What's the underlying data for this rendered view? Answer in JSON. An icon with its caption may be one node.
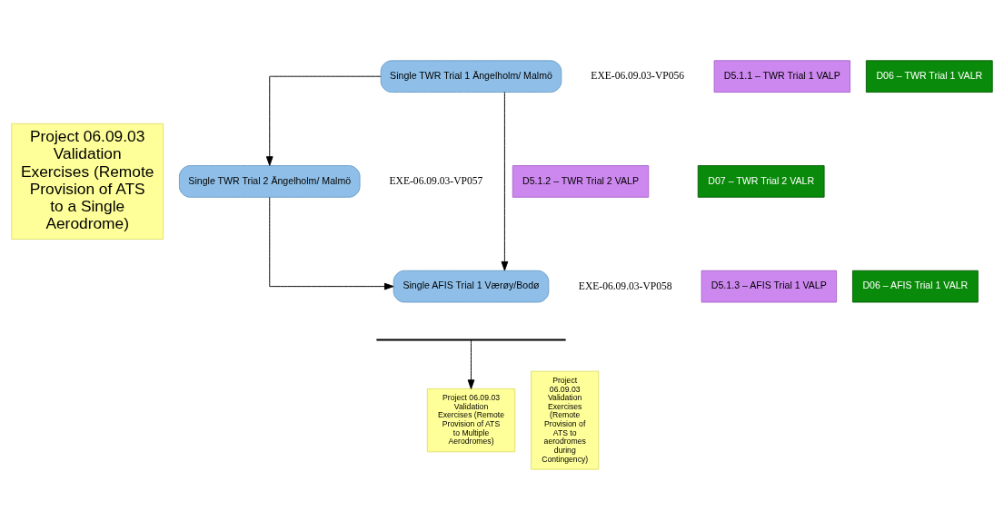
{
  "diagram": {
    "nodes": [
      {
        "text": [
          "Project 06.09.03 Validation Exercises (Remote Provision of ATS to a Single Aerodrome)"
        ]
      },
      {
        "text": [
          "Single TWR Trial 1 Ängelholm/ Malmö"
        ],
        "beside": [
          "EXE-06.09.03-VP056"
        ]
      },
      {
        "text": [
          "D5.1.1 – TWR Trial 1 VALP"
        ]
      },
      {
        "text": [
          "D06 – TWR Trial 1 VALR"
        ]
      },
      {
        "text": [
          "Single TWR Trial 2 Ängelholm/ Malmö"
        ],
        "beside": [
          "EXE-06.09.03-VP057"
        ]
      },
      {
        "text": [
          "D5.1.2 – TWR Trial 2 VALP"
        ]
      },
      {
        "text": [
          "D07 – TWR Trial 2 VALR"
        ]
      },
      {
        "text": [
          "Single AFIS Trial 1 Værøy/Bodø"
        ],
        "beside": [
          "EXE-06.09.03-VP058"
        ]
      },
      {
        "text": [
          "D5.1.3 – AFIS Trial 1 VALP"
        ]
      },
      {
        "text": [
          "D06 – AFIS Trial 1 VALR"
        ]
      },
      {
        "text": [],
        "shape": "brace"
      },
      {
        "text": [
          "Project 06.09.03 Validation Exercises (Remote Provision of ATS to Multiple Aerodromes)"
        ]
      },
      {
        "text": [
          "Project 06.09.03 Validation Exercises (Remote Provision of ATS to aerodromes during Contingency)"
        ]
      }
    ],
    "edges": [
      {
        "from": 1,
        "to": 4,
        "arrow": "to"
      },
      {
        "from": 1,
        "to": 7,
        "arrow": "to"
      },
      {
        "from": 4,
        "to": 7,
        "arrow": "to"
      },
      {
        "from": 10,
        "to": 11,
        "arrow": "to"
      }
    ]
  }
}
